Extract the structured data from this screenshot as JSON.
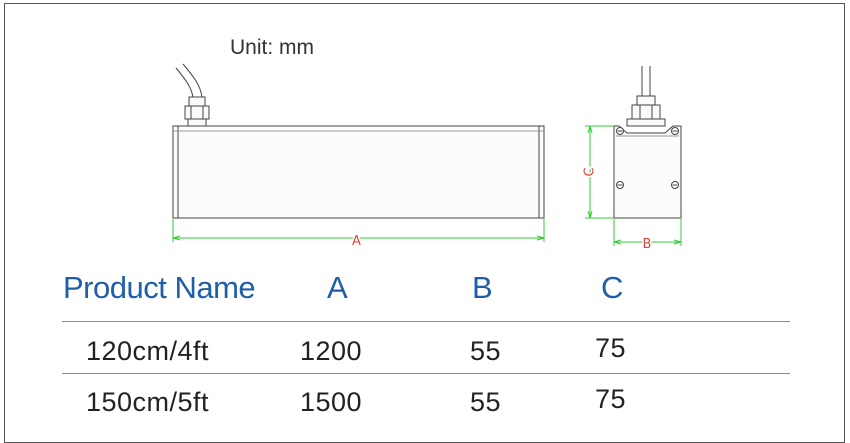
{
  "drawing": {
    "unit_label": "Unit: mm",
    "dimensions": {
      "a": "A",
      "b": "B",
      "c": "C"
    }
  },
  "table": {
    "headers": [
      "Product Name",
      "A",
      "B",
      "C"
    ],
    "rows": [
      [
        "120cm/4ft",
        "1200",
        "55",
        "75"
      ],
      [
        "150cm/5ft",
        "1500",
        "55",
        "75"
      ]
    ]
  },
  "colors": {
    "header_text": "#1f5ea8",
    "dimension_line": "#33cc33",
    "dimension_label": "#dd4444"
  }
}
